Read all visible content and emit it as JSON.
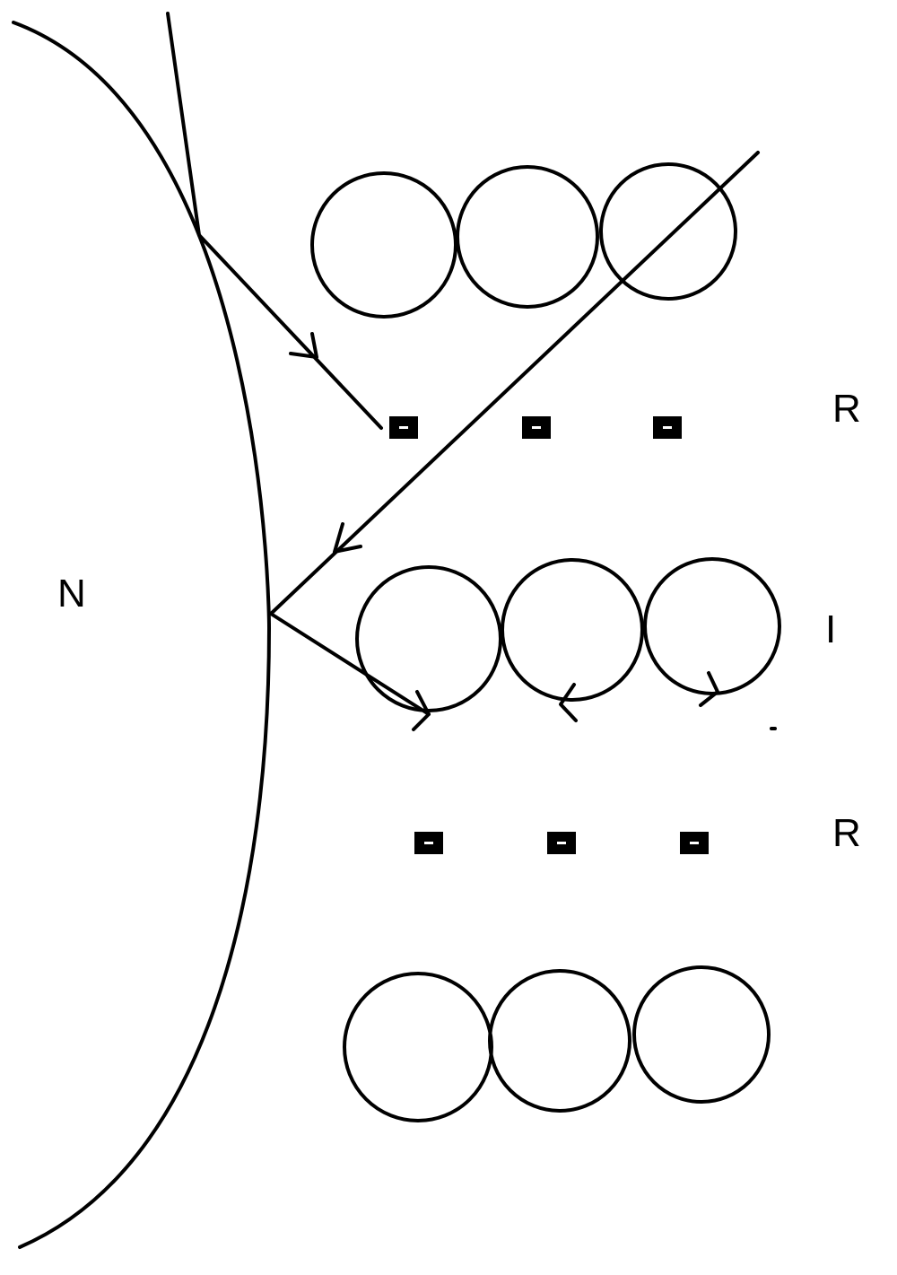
{
  "labels": {
    "left_region": "N",
    "row_label_top": "R",
    "row_label_middle": "I",
    "row_label_bottom": "R"
  },
  "colors": {
    "ink": "#000000",
    "background": "#ffffff"
  }
}
